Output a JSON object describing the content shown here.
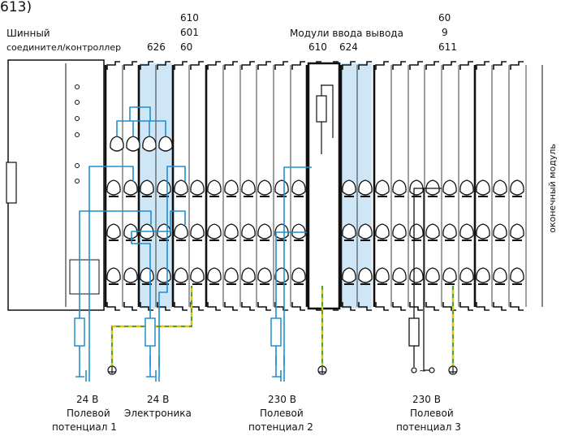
{
  "figure_id": "613)",
  "header": {
    "bus_coupler_line1": "Шинный",
    "bus_coupler_line2": "соединител/контроллер",
    "module_626": "626",
    "module_60_top": "60",
    "module_610_a": "610",
    "module_601": "601",
    "io_modules_label": "Модули ввода вывода",
    "module_610_b": "610",
    "module_624": "624",
    "module_60_b": "60",
    "module_9": "9",
    "module_611": "611"
  },
  "end_module_label": "оконечный модуль",
  "footer": {
    "supply1_voltage": "24 В",
    "supply1_name_line1": "Полевой",
    "supply1_name_line2": "потенциал 1",
    "supply2_voltage": "24 В",
    "supply2_name": "Электроника",
    "supply3_voltage": "230 В",
    "supply3_name_line1": "Полевой",
    "supply3_name_line2": "потенциал 2",
    "supply4_voltage": "230 В",
    "supply4_name_line1": "Полевой",
    "supply4_name_line2": "потенциал 3",
    "ac_symbol": "~"
  },
  "colors": {
    "wire_blue": "#1f8fd0",
    "highlight_blue": "#cfe6f6",
    "ground_green": "#5a9a3a",
    "ground_yellow": "#e5c400",
    "line": "#111111"
  }
}
